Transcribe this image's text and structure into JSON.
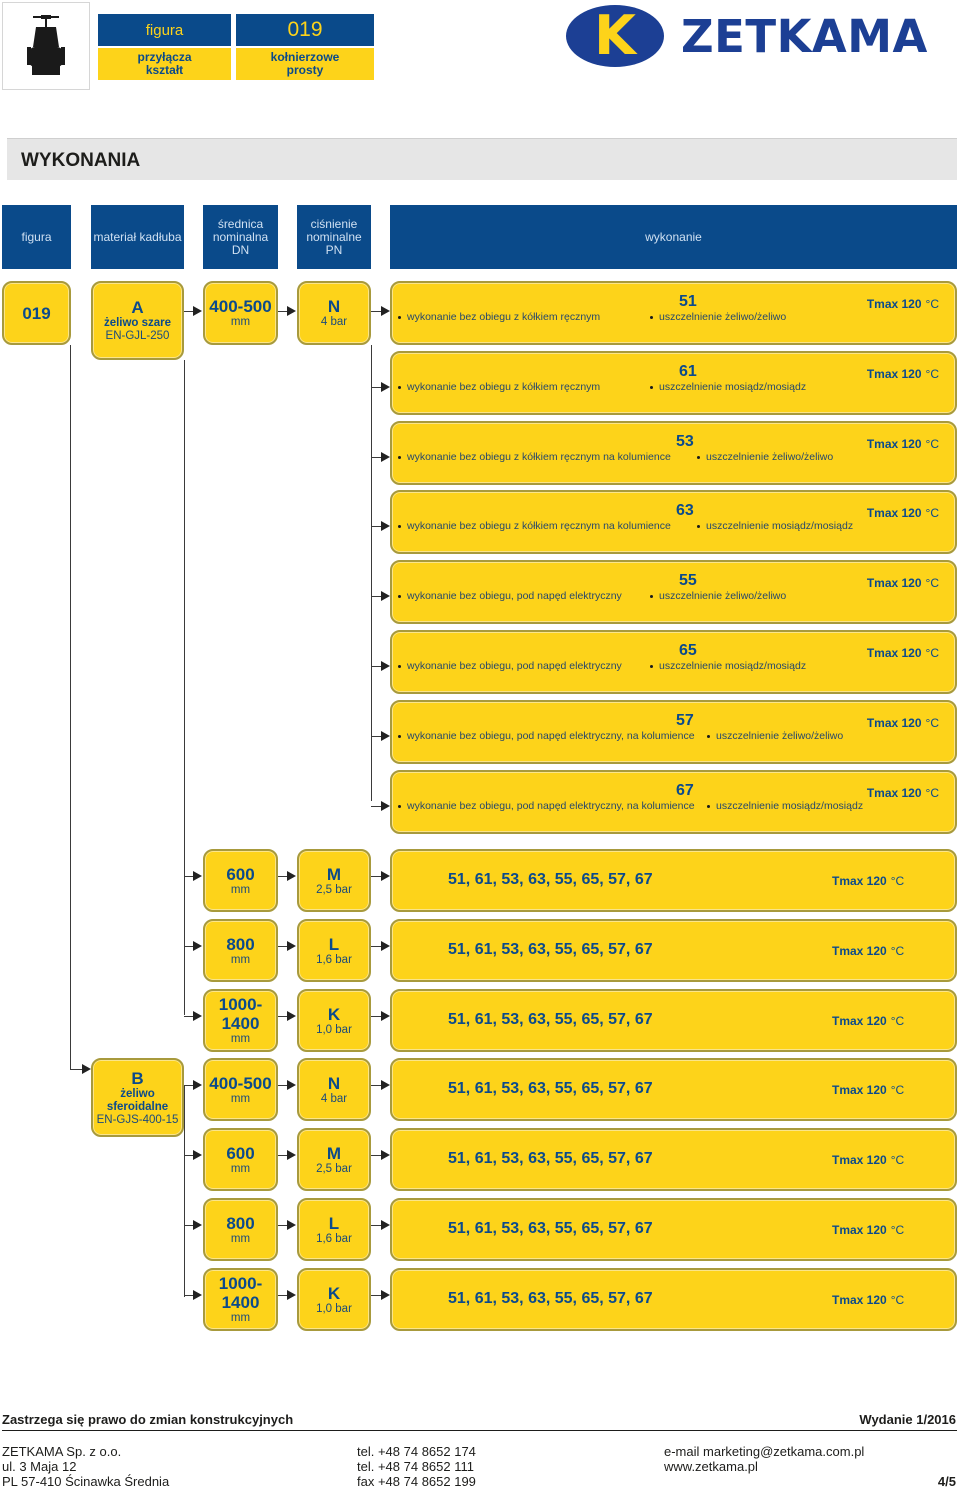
{
  "header": {
    "figura_label": "figura",
    "figura_number": "019",
    "przylacza_label": "przyłącza",
    "ksztalt_label": "kształt",
    "przylacza_value": "kołnierzowe",
    "ksztalt_value": "prosty",
    "brand": "ZETKAMA",
    "logo_letter": "K",
    "colors": {
      "navy": "#0a4a8a",
      "yellow": "#fdd31a",
      "logo_blue": "#1c3f94"
    }
  },
  "section_title": "WYKONANIA",
  "columns": {
    "figura": "figura",
    "material": "materiał kadłuba",
    "dn": [
      "średnica",
      "nominalna",
      "DN"
    ],
    "pn": [
      "ciśnienie",
      "nominalne",
      "PN"
    ],
    "wykonanie": "wykonanie"
  },
  "figure_code": "019",
  "materials": [
    {
      "code": "A",
      "name": "żeliwo szare",
      "norm": "EN-GJL-250"
    },
    {
      "code": "B",
      "name": [
        "żeliwo",
        "sferoidalne"
      ],
      "norm": "EN-GJS-400-15"
    }
  ],
  "first_dn": {
    "value": "400-500",
    "unit": "mm"
  },
  "first_pn": {
    "code": "N",
    "value": "4 bar"
  },
  "variants": [
    {
      "code": "51",
      "description": "wykonanie bez obiegu z kółkiem ręcznym",
      "seal": "uszczelnienie żeliwo/żeliwo",
      "tmax": "Tmax 120",
      "deg": "°C"
    },
    {
      "code": "61",
      "description": "wykonanie bez obiegu z kółkiem ręcznym",
      "seal": "uszczelnienie mosiądz/mosiądz",
      "tmax": "Tmax 120",
      "deg": "°C"
    },
    {
      "code": "53",
      "description": "wykonanie bez obiegu z kółkiem ręcznym na kolumience",
      "seal": "uszczelnienie żeliwo/żeliwo",
      "tmax": "Tmax 120",
      "deg": "°C"
    },
    {
      "code": "63",
      "description": "wykonanie bez obiegu z kółkiem ręcznym na kolumience",
      "seal": "uszczelnienie mosiądz/mosiądz",
      "tmax": "Tmax 120",
      "deg": "°C"
    },
    {
      "code": "55",
      "description": "wykonanie bez obiegu, pod napęd elektryczny",
      "seal": "uszczelnienie żeliwo/żeliwo",
      "tmax": "Tmax 120",
      "deg": "°C"
    },
    {
      "code": "65",
      "description": "wykonanie bez obiegu, pod napęd elektryczny",
      "seal": "uszczelnienie mosiądz/mosiądz",
      "tmax": "Tmax 120",
      "deg": "°C"
    },
    {
      "code": "57",
      "description": "wykonanie bez obiegu, pod napęd elektryczny,  na kolumience",
      "seal": "uszczelnienie żeliwo/żeliwo",
      "tmax": "Tmax 120",
      "deg": "°C"
    },
    {
      "code": "67",
      "description": "wykonanie bez obiegu, pod napęd elektryczny,  na kolumience",
      "seal": "uszczelnienie mosiądz/mosiądz",
      "tmax": "Tmax 120",
      "deg": "°C"
    }
  ],
  "size_rows": [
    {
      "dn": [
        "600"
      ],
      "unit": "mm",
      "pn_code": "M",
      "pn_value": "2,5 bar",
      "codes": "51, 61, 53, 63, 55, 65, 57, 67",
      "tmax": "Tmax 120",
      "deg": "°C"
    },
    {
      "dn": [
        "800"
      ],
      "unit": "mm",
      "pn_code": "L",
      "pn_value": "1,6 bar",
      "codes": "51, 61, 53, 63, 55, 65, 57, 67",
      "tmax": "Tmax 120",
      "deg": "°C"
    },
    {
      "dn": [
        "1000-",
        "1400"
      ],
      "unit": "mm",
      "pn_code": "K",
      "pn_value": "1,0 bar",
      "codes": "51, 61, 53, 63, 55, 65, 57, 67",
      "tmax": "Tmax 120",
      "deg": "°C"
    },
    {
      "dn": [
        "400-500"
      ],
      "unit": "mm",
      "pn_code": "N",
      "pn_value": "4 bar",
      "codes": "51, 61, 53, 63, 55, 65, 57, 67",
      "tmax": "Tmax 120",
      "deg": "°C"
    },
    {
      "dn": [
        "600"
      ],
      "unit": "mm",
      "pn_code": "M",
      "pn_value": "2,5 bar",
      "codes": "51, 61, 53, 63, 55, 65, 57, 67",
      "tmax": "Tmax 120",
      "deg": "°C"
    },
    {
      "dn": [
        "800"
      ],
      "unit": "mm",
      "pn_code": "L",
      "pn_value": "1,6 bar",
      "codes": "51, 61, 53, 63, 55, 65, 57, 67",
      "tmax": "Tmax 120",
      "deg": "°C"
    },
    {
      "dn": [
        "1000-",
        "1400"
      ],
      "unit": "mm",
      "pn_code": "K",
      "pn_value": "1,0 bar",
      "codes": "51, 61, 53, 63, 55, 65, 57, 67",
      "tmax": "Tmax 120",
      "deg": "°C"
    }
  ],
  "footer": {
    "disclaimer": "Zastrzega się prawo do zmian konstrukcyjnych",
    "edition": "Wydanie 1/2016",
    "company": [
      "ZETKAMA  Sp. z o.o.",
      "ul. 3 Maja 12",
      "PL 57-410 Ścinawka Średnia"
    ],
    "phones": [
      "tel. +48 74 8652 174",
      "tel. +48 74 8652 111",
      "fax +48 74 8652 199"
    ],
    "contact": [
      "e-mail marketing@zetkama.com.pl",
      "www.zetkama.pl"
    ],
    "page": "4/5"
  }
}
